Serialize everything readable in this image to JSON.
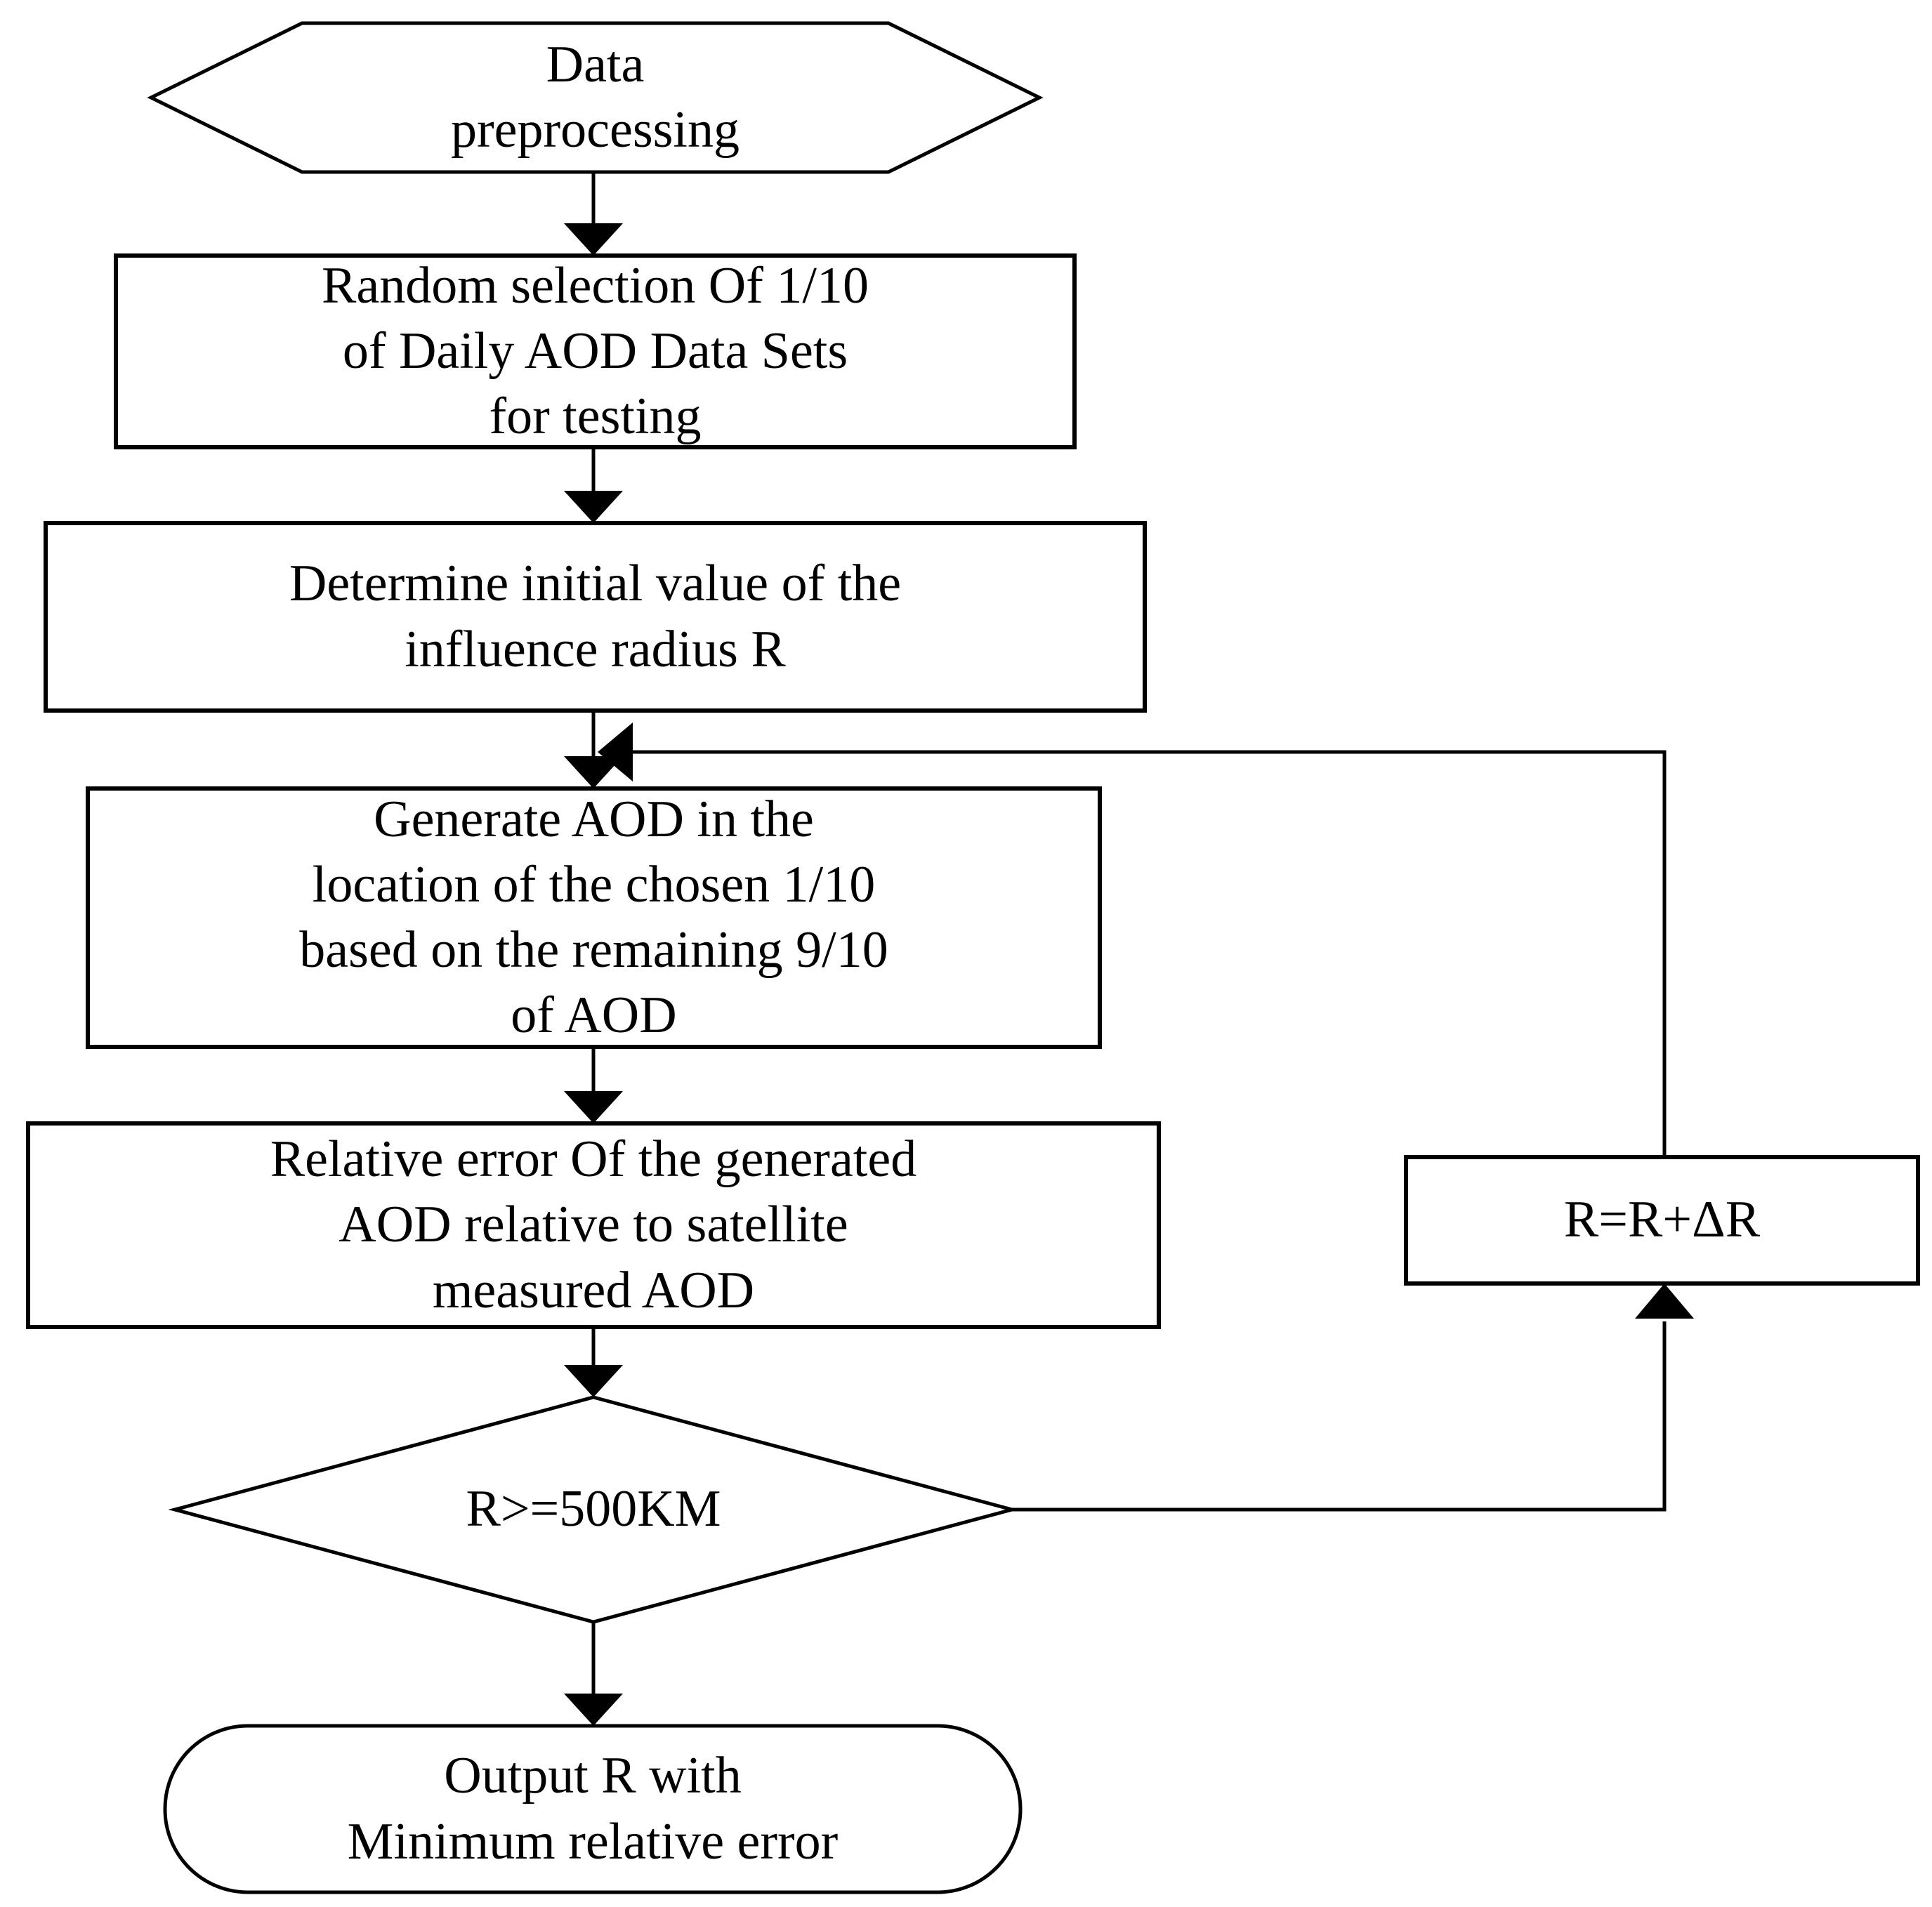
{
  "flowchart": {
    "colors": {
      "ink": "#000000",
      "paper": "#ffffff"
    },
    "nodes": {
      "data_preprocessing": {
        "shape": "hexagon",
        "text": "Data\npreprocessing"
      },
      "random_selection": {
        "shape": "process",
        "text": "Random selection Of 1/10\nof Daily AOD Data Sets\nfor testing"
      },
      "initial_radius": {
        "shape": "process",
        "text": "Determine initial value of the\ninfluence radius R"
      },
      "generate_aod": {
        "shape": "process",
        "text": "Generate AOD in the\nlocation of the chosen 1/10\nbased on the remaining 9/10\nof AOD"
      },
      "relative_error": {
        "shape": "process",
        "text": "Relative error Of the generated\nAOD relative to satellite\nmeasured AOD"
      },
      "radius_check": {
        "shape": "decision",
        "text": "R>=500KM"
      },
      "increment_radius": {
        "shape": "process",
        "text": "R=R+ΔR"
      },
      "output_result": {
        "shape": "terminator",
        "text": "Output R with\nMinimum relative error"
      }
    },
    "edges": [
      {
        "from": "data_preprocessing",
        "to": "random_selection"
      },
      {
        "from": "random_selection",
        "to": "initial_radius"
      },
      {
        "from": "initial_radius",
        "to": "generate_aod"
      },
      {
        "from": "generate_aod",
        "to": "relative_error"
      },
      {
        "from": "relative_error",
        "to": "radius_check"
      },
      {
        "from": "radius_check",
        "to": "increment_radius"
      },
      {
        "from": "increment_radius",
        "to": "generate_aod"
      },
      {
        "from": "radius_check",
        "to": "output_result"
      }
    ]
  }
}
